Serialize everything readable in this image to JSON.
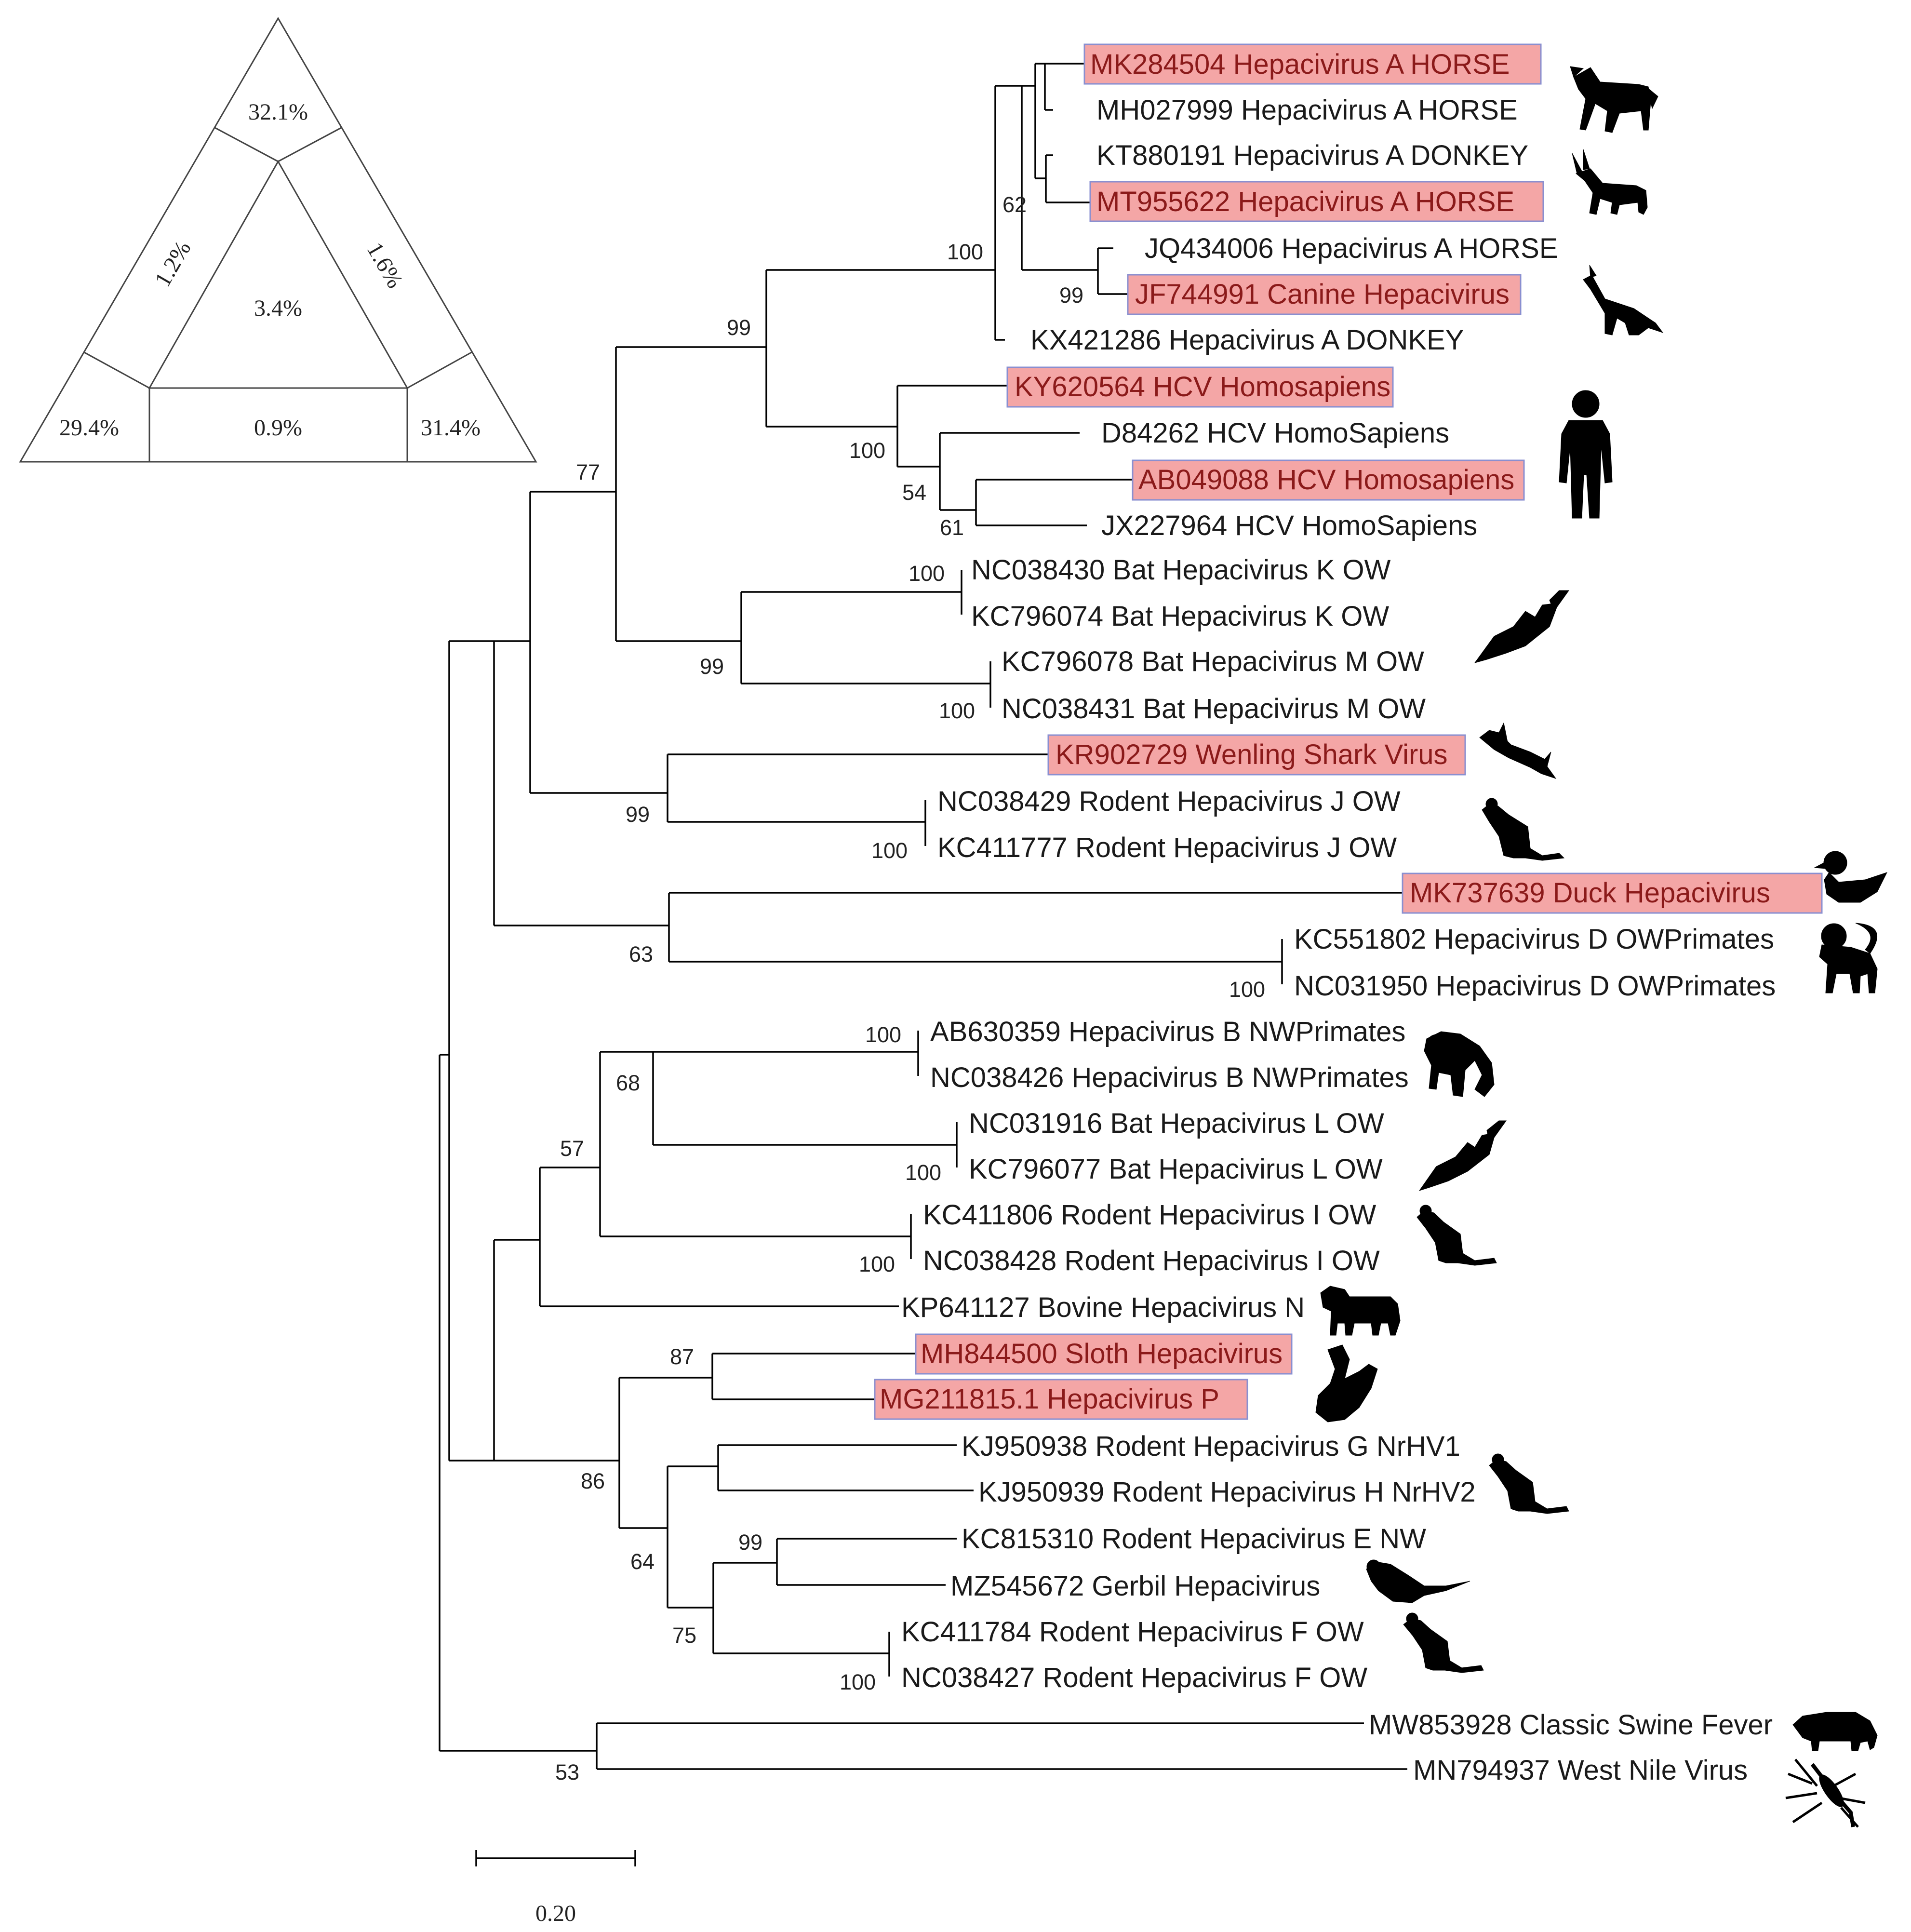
{
  "venn_triangle": {
    "regions": {
      "top": "32.1%",
      "left_edge": "1.2%",
      "right_edge": "1.6%",
      "center": "3.4%",
      "bottom_left": "29.4%",
      "bottom_center": "0.9%",
      "bottom_right": "31.4%"
    }
  },
  "taxa": [
    {
      "id": "t1",
      "label": "MK284504 Hepacivirus A HORSE",
      "highlight": true
    },
    {
      "id": "t2",
      "label": "MH027999 Hepacivirus A HORSE",
      "highlight": false
    },
    {
      "id": "t3",
      "label": "KT880191 Hepacivirus A DONKEY",
      "highlight": false
    },
    {
      "id": "t4",
      "label": "MT955622 Hepacivirus A HORSE",
      "highlight": true
    },
    {
      "id": "t5",
      "label": "JQ434006 Hepacivirus A HORSE",
      "highlight": false
    },
    {
      "id": "t6",
      "label": "JF744991 Canine Hepacivirus",
      "highlight": true
    },
    {
      "id": "t7",
      "label": "KX421286 Hepacivirus A DONKEY",
      "highlight": false
    },
    {
      "id": "t8",
      "label": "KY620564 HCV Homosapiens",
      "highlight": true
    },
    {
      "id": "t9",
      "label": "D84262 HCV HomoSapiens",
      "highlight": false
    },
    {
      "id": "t10",
      "label": "AB049088 HCV Homosapiens",
      "highlight": true
    },
    {
      "id": "t11",
      "label": "JX227964 HCV HomoSapiens",
      "highlight": false
    },
    {
      "id": "t12",
      "label": "NC038430 Bat Hepacivirus K OW",
      "highlight": false
    },
    {
      "id": "t13",
      "label": "KC796074 Bat Hepacivirus K OW",
      "highlight": false
    },
    {
      "id": "t14",
      "label": "KC796078 Bat Hepacivirus M OW",
      "highlight": false
    },
    {
      "id": "t15",
      "label": "NC038431 Bat Hepacivirus M OW",
      "highlight": false
    },
    {
      "id": "t16",
      "label": "KR902729 Wenling Shark Virus",
      "highlight": true
    },
    {
      "id": "t17",
      "label": "NC038429 Rodent Hepacivirus J OW",
      "highlight": false
    },
    {
      "id": "t18",
      "label": "KC411777 Rodent Hepacivirus J OW",
      "highlight": false
    },
    {
      "id": "t19",
      "label": "MK737639 Duck Hepacivirus",
      "highlight": true
    },
    {
      "id": "t20",
      "label": "KC551802 Hepacivirus D OWPrimates",
      "highlight": false
    },
    {
      "id": "t21",
      "label": "NC031950 Hepacivirus D OWPrimates",
      "highlight": false
    },
    {
      "id": "t22",
      "label": "AB630359 Hepacivirus B NWPrimates",
      "highlight": false
    },
    {
      "id": "t23",
      "label": "NC038426 Hepacivirus B NWPrimates",
      "highlight": false
    },
    {
      "id": "t24",
      "label": "NC031916 Bat Hepacivirus L OW",
      "highlight": false
    },
    {
      "id": "t25",
      "label": "KC796077 Bat Hepacivirus L OW",
      "highlight": false
    },
    {
      "id": "t26",
      "label": "KC411806 Rodent Hepacivirus I OW",
      "highlight": false
    },
    {
      "id": "t27",
      "label": "NC038428 Rodent Hepacivirus I OW",
      "highlight": false
    },
    {
      "id": "t28",
      "label": "KP641127 Bovine Hepacivirus N",
      "highlight": false
    },
    {
      "id": "t29",
      "label": "MH844500 Sloth Hepacivirus",
      "highlight": true
    },
    {
      "id": "t30",
      "label": "MG211815.1 Hepacivirus P",
      "highlight": true
    },
    {
      "id": "t31",
      "label": "KJ950938 Rodent Hepacivirus G NrHV1",
      "highlight": false
    },
    {
      "id": "t32",
      "label": "KJ950939 Rodent Hepacivirus H NrHV2",
      "highlight": false
    },
    {
      "id": "t33",
      "label": "KC815310 Rodent Hepacivirus E NW",
      "highlight": false
    },
    {
      "id": "t34",
      "label": "MZ545672 Gerbil Hepacivirus",
      "highlight": false
    },
    {
      "id": "t35",
      "label": "KC411784 Rodent Hepacivirus F OW",
      "highlight": false
    },
    {
      "id": "t36",
      "label": "NC038427 Rodent Hepacivirus F OW",
      "highlight": false
    },
    {
      "id": "t37",
      "label": "MW853928 Classic Swine Fever",
      "highlight": false
    },
    {
      "id": "t38",
      "label": "MN794937 West Nile Virus",
      "highlight": false
    }
  ],
  "bootstrap": {
    "b62": "62",
    "b100_horse": "100",
    "b99_canine": "99",
    "b99_a": "99",
    "b77": "77",
    "b100_hcv": "100",
    "b54": "54",
    "b61": "61",
    "b100_batk": "100",
    "b99_bat": "99",
    "b100_batm": "100",
    "b99_shark": "99",
    "b100_rodj": "100",
    "b63": "63",
    "b100_owp": "100",
    "b100_nwp": "100",
    "b68": "68",
    "b57": "57",
    "b100_batl": "100",
    "b100_rodi": "100",
    "b87": "87",
    "b86": "86",
    "b99_rode": "99",
    "b64": "64",
    "b75": "75",
    "b100_rodf": "100",
    "b53": "53"
  },
  "scale_bar": {
    "label": "0.20"
  },
  "icons": [
    "horse-icon",
    "donkey-icon",
    "fox-icon",
    "human-icon",
    "bat-icon",
    "shark-icon",
    "rat-icon",
    "duck-icon",
    "monkey-icon",
    "primate-icon",
    "bat-icon",
    "rat-icon",
    "cow-icon",
    "sloth-icon",
    "rat-icon",
    "gerbil-icon",
    "rat-icon",
    "pig-icon",
    "mosquito-icon"
  ]
}
